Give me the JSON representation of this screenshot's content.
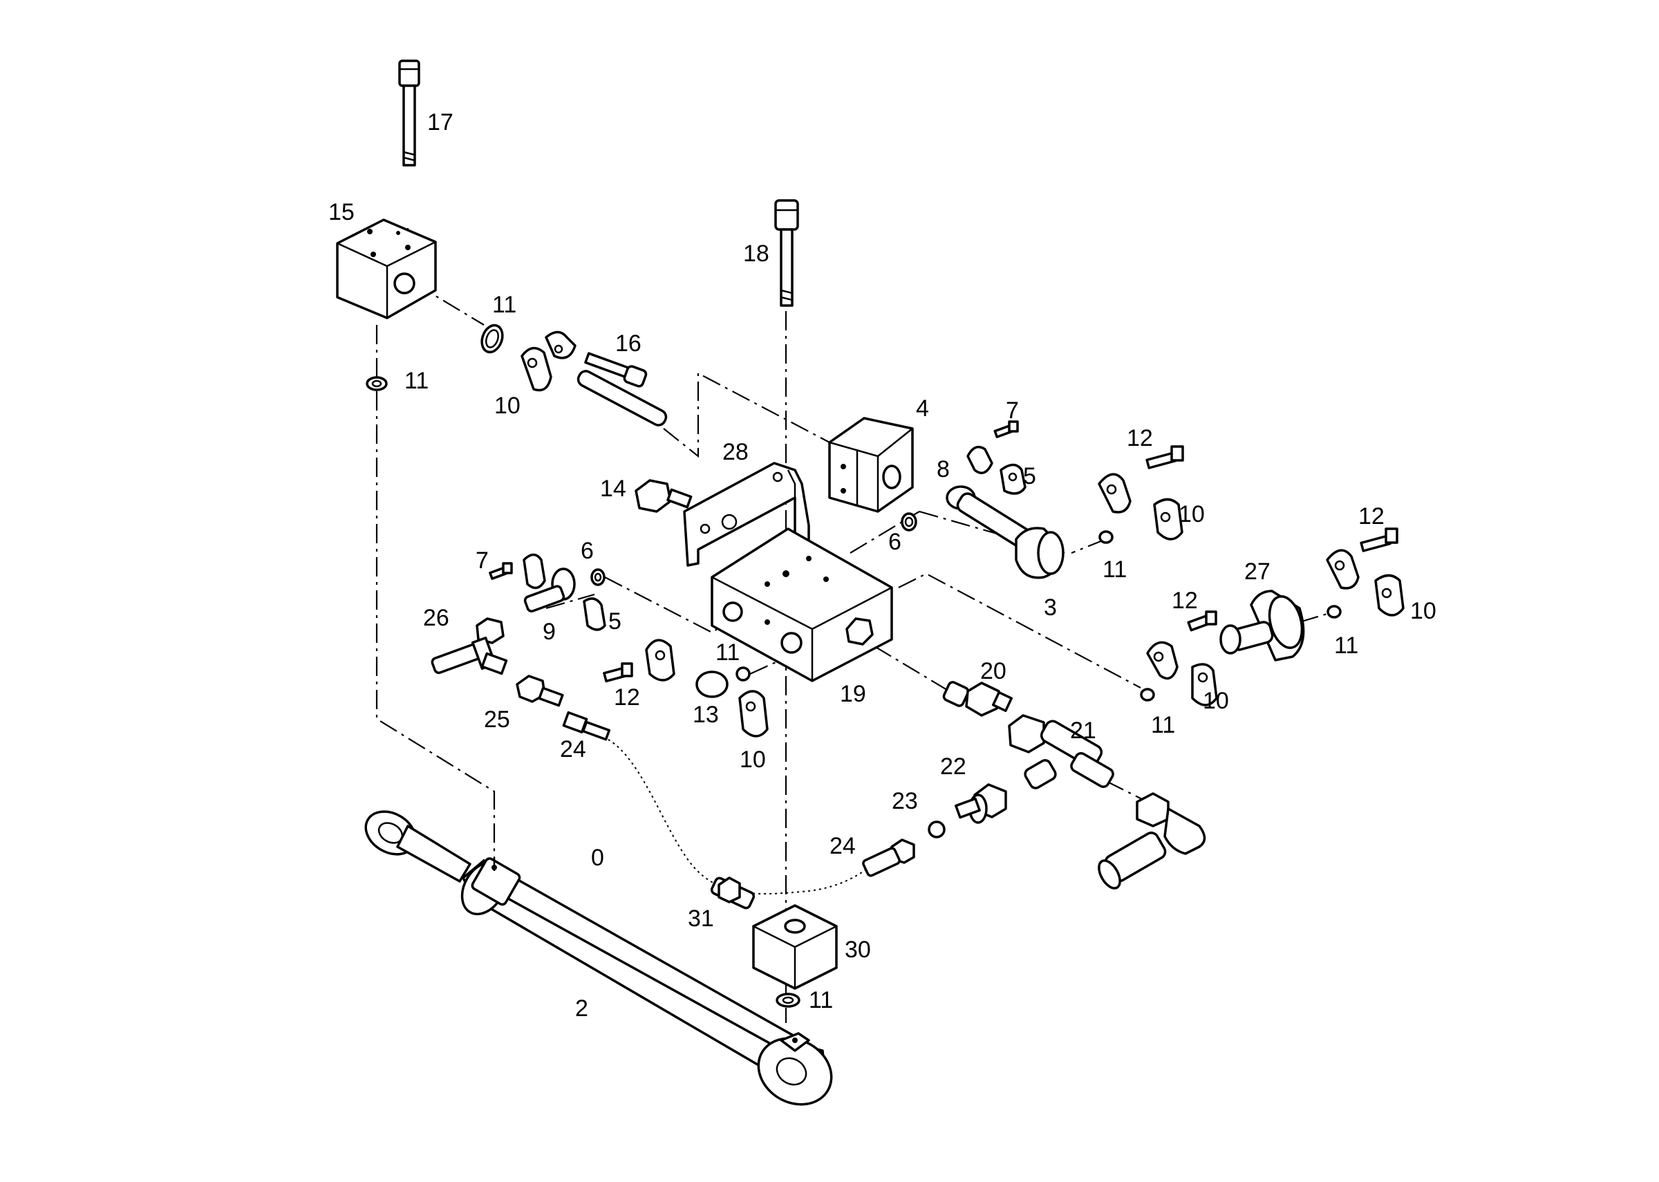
{
  "diagram": {
    "callouts": [
      {
        "id": "l17",
        "text": "17"
      },
      {
        "id": "l15",
        "text": "15"
      },
      {
        "id": "l18",
        "text": "18"
      },
      {
        "id": "l11a",
        "text": "11"
      },
      {
        "id": "l16",
        "text": "16"
      },
      {
        "id": "l11b",
        "text": "11"
      },
      {
        "id": "l10a",
        "text": "10"
      },
      {
        "id": "l4",
        "text": "4"
      },
      {
        "id": "l7a",
        "text": "7"
      },
      {
        "id": "l12a",
        "text": "12"
      },
      {
        "id": "l28",
        "text": "28"
      },
      {
        "id": "l8",
        "text": "8"
      },
      {
        "id": "l5a",
        "text": "5"
      },
      {
        "id": "l10b",
        "text": "10"
      },
      {
        "id": "l14",
        "text": "14"
      },
      {
        "id": "l12b",
        "text": "12"
      },
      {
        "id": "l6a",
        "text": "6"
      },
      {
        "id": "l11c",
        "text": "11"
      },
      {
        "id": "l7b",
        "text": "7"
      },
      {
        "id": "l6b",
        "text": "6"
      },
      {
        "id": "l3",
        "text": "3"
      },
      {
        "id": "l27",
        "text": "27"
      },
      {
        "id": "l26",
        "text": "26"
      },
      {
        "id": "l9",
        "text": "9"
      },
      {
        "id": "l5b",
        "text": "5"
      },
      {
        "id": "l12c",
        "text": "12"
      },
      {
        "id": "l10c",
        "text": "10"
      },
      {
        "id": "l11d",
        "text": "11"
      },
      {
        "id": "l12d",
        "text": "12"
      },
      {
        "id": "l20",
        "text": "20"
      },
      {
        "id": "l19",
        "text": "19"
      },
      {
        "id": "l13",
        "text": "13"
      },
      {
        "id": "l25",
        "text": "25"
      },
      {
        "id": "l24a",
        "text": "24"
      },
      {
        "id": "l10d",
        "text": "10"
      },
      {
        "id": "l11e",
        "text": "11"
      },
      {
        "id": "l10e",
        "text": "10"
      },
      {
        "id": "l21",
        "text": "21"
      },
      {
        "id": "l22",
        "text": "22"
      },
      {
        "id": "l23",
        "text": "23"
      },
      {
        "id": "l24b",
        "text": "24"
      },
      {
        "id": "l0",
        "text": "0"
      },
      {
        "id": "l31",
        "text": "31"
      },
      {
        "id": "l30",
        "text": "30"
      },
      {
        "id": "l11f",
        "text": "11"
      },
      {
        "id": "l2",
        "text": "2"
      },
      {
        "id": "l11g",
        "text": "11"
      }
    ]
  }
}
